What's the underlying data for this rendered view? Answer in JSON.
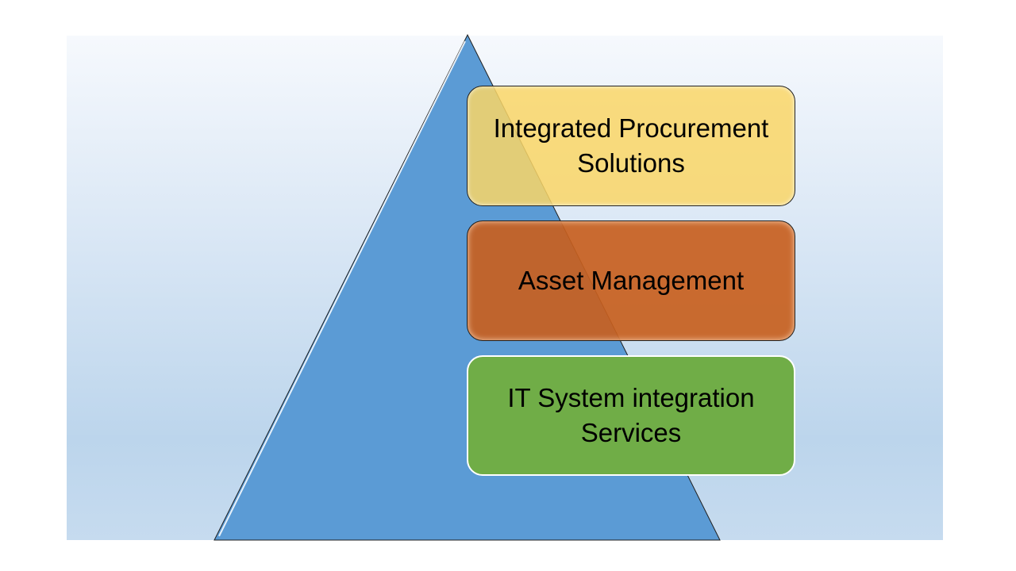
{
  "diagram": {
    "type": "pyramid-list",
    "items": [
      {
        "label": "Integrated Procurement Solutions",
        "color": "#f9d66f"
      },
      {
        "label": "Asset Management",
        "color": "#c8661f"
      },
      {
        "label": "IT System integration Services",
        "color": "#70ad47"
      }
    ],
    "pyramid_color": "#5b9bd5"
  }
}
